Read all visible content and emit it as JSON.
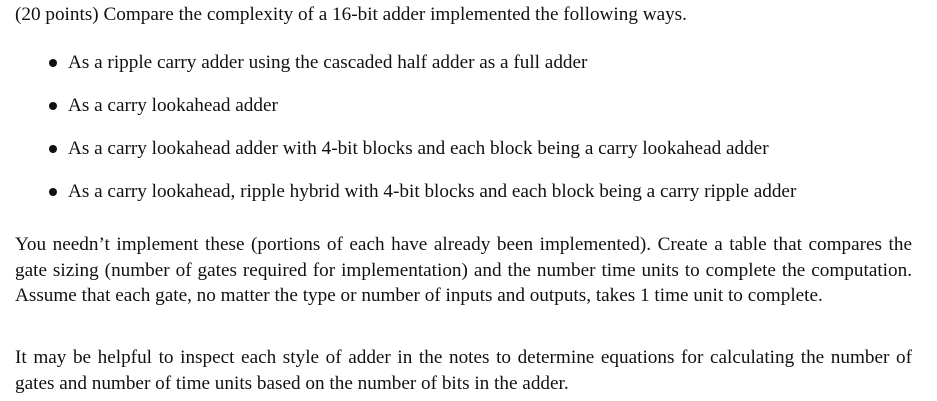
{
  "problem": {
    "intro": "(20 points) Compare the complexity of a 16-bit adder implemented the following ways.",
    "bullets": [
      "As a ripple carry adder using the cascaded half adder as a full adder",
      "As a carry lookahead adder",
      "As a carry lookahead adder with 4-bit blocks and each block being a carry lookahead adder",
      "As a carry lookahead, ripple hybrid with 4-bit blocks and each block being a carry ripple adder"
    ],
    "paragraph1": "You needn’t implement these (portions of each have already been implemented). Create a table that compares the gate sizing (number of gates required for implementation) and the number time units to complete the computation. Assume that each gate, no matter the type or number of inputs and outputs, takes 1 time unit to complete.",
    "paragraph2": "It may be helpful to inspect each style of adder in the notes to determine equations for calculating the number of gates and number of time units based on the number of bits in the adder."
  },
  "icons": {
    "bullet": "bullet-dot-icon"
  },
  "colors": {
    "text": "#111111",
    "background": "#ffffff"
  }
}
